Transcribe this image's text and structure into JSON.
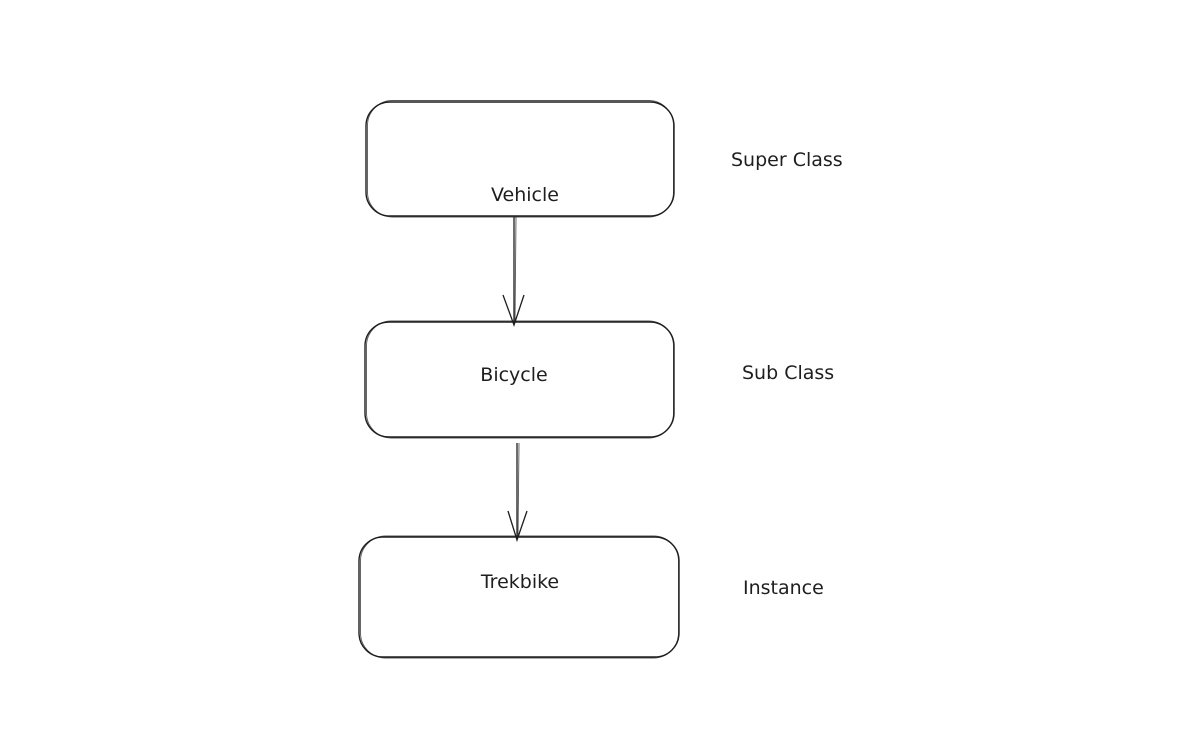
{
  "nodes": [
    {
      "id": "vehicle",
      "label": "Vehicle"
    },
    {
      "id": "bicycle",
      "label": "Bicycle"
    },
    {
      "id": "trekbike",
      "label": "Trekbike"
    }
  ],
  "side_labels": [
    {
      "id": "super-class",
      "text": "Super Class"
    },
    {
      "id": "sub-class",
      "text": "Sub Class"
    },
    {
      "id": "instance",
      "text": "Instance"
    }
  ],
  "edges": [
    {
      "from": "vehicle",
      "to": "bicycle"
    },
    {
      "from": "bicycle",
      "to": "trekbike"
    }
  ],
  "colors": {
    "stroke": "#1e1e1e",
    "background": "#ffffff"
  }
}
